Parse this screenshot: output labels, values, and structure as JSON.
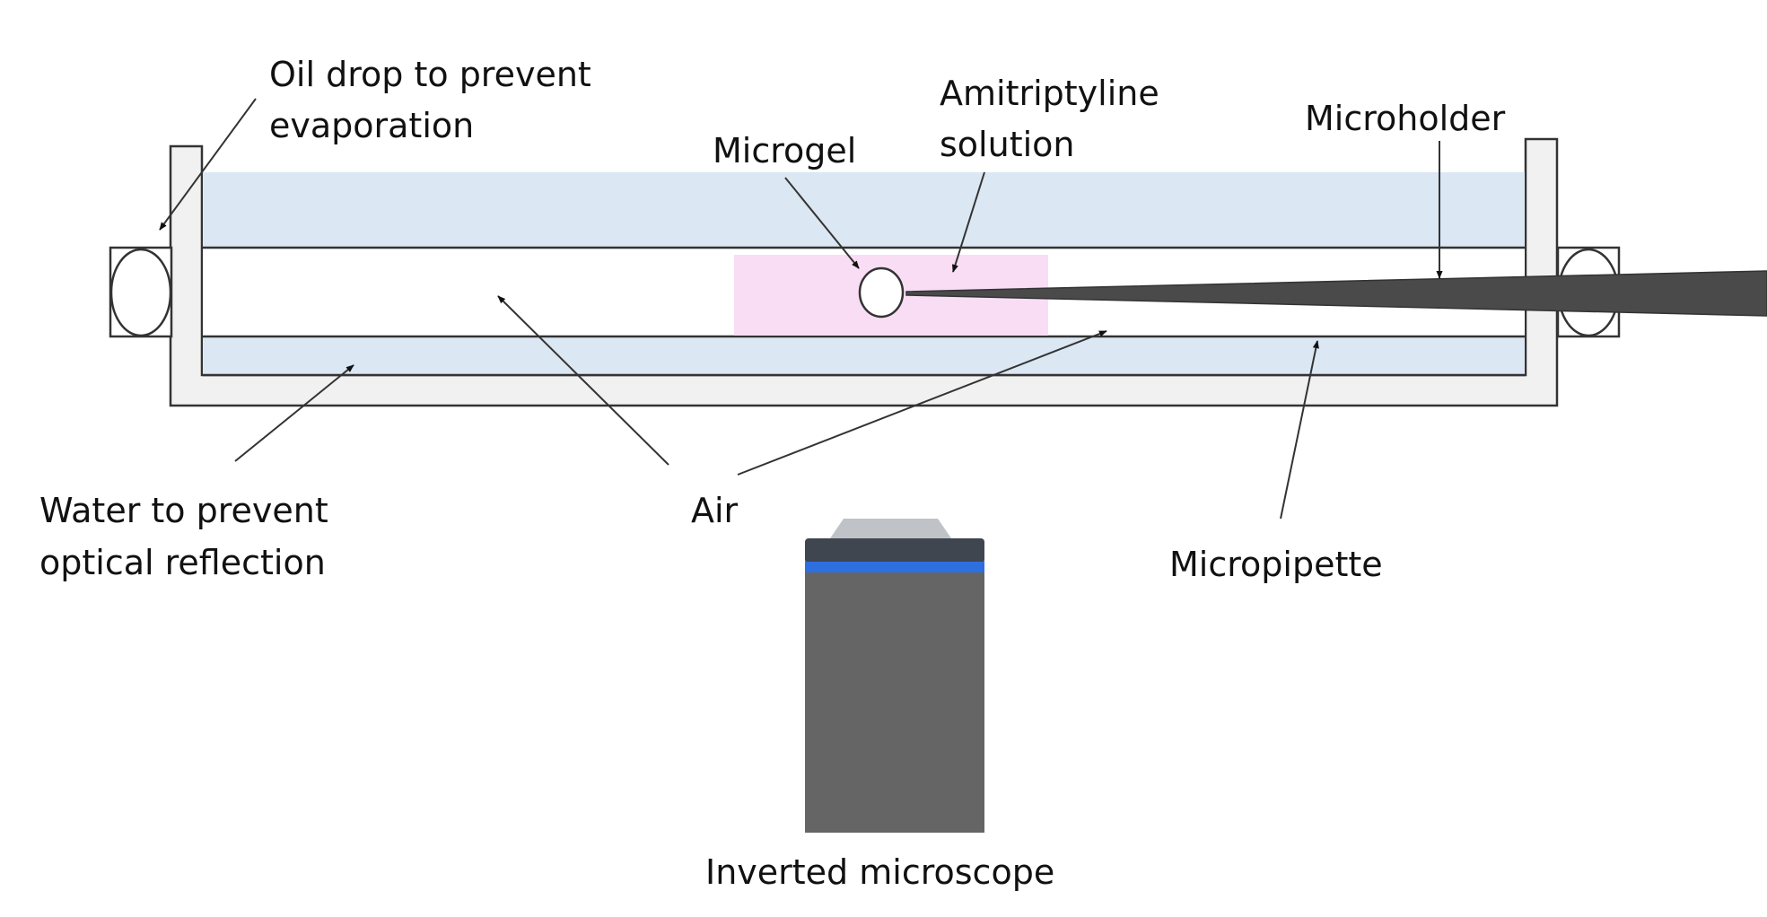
{
  "labels": {
    "oil_drop": [
      "Oil drop to prevent",
      "evaporation"
    ],
    "amitriptyline": [
      "Amitriptyline",
      "solution"
    ],
    "microgel": "Microgel",
    "microholder": "Microholder",
    "water": [
      "Water to prevent",
      "optical reflection"
    ],
    "air": "Air",
    "micropipette": "Micropipette",
    "microscope": "Inverted microscope"
  },
  "colors": {
    "water": "#dbe7f3",
    "solution": "#f8ddf4",
    "chamber_wall": "#f1f1f1",
    "outline": "#333333",
    "pipette": "#4a4a4a",
    "microscope_body": "#656565",
    "microscope_top": "#3f4650",
    "microscope_band": "#2e6fe0",
    "microscope_lens": "#bfc3c7"
  }
}
